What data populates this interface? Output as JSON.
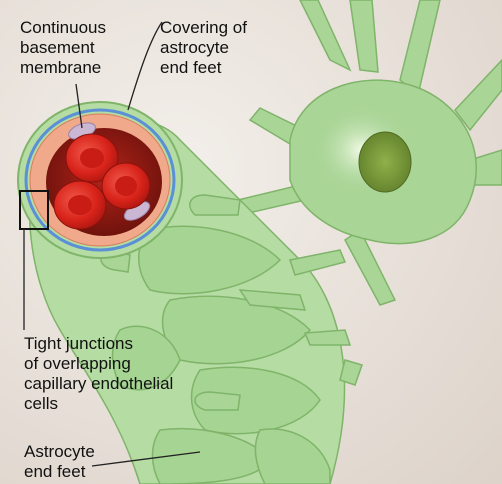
{
  "labels": {
    "basement_membrane": [
      "Continuous",
      "basement",
      "membrane"
    ],
    "covering": [
      "Covering of",
      "astrocyte",
      "end feet"
    ],
    "tight_junctions": [
      "Tight junctions",
      "of overlapping",
      "capillary endothelial",
      "cells"
    ],
    "end_feet": [
      "Astrocyte",
      "end feet"
    ]
  },
  "colors": {
    "background": "#e9e2dc",
    "astrocyte": "#a9d596",
    "astrocyte_outline": "#7fb46a",
    "nucleus": "#7e9f3c",
    "basement_membrane": "#5b8fd6",
    "endothelium": "#f0a98a",
    "lumen": "#8b1a12",
    "red_blood_cell": "#d8231a"
  }
}
